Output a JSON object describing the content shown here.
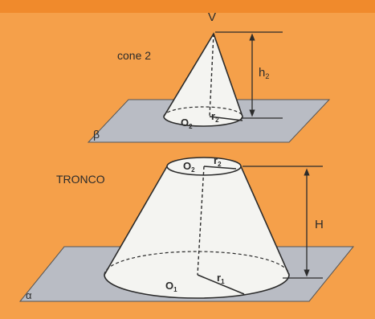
{
  "colors": {
    "background": "#f5a04a",
    "top_band": "#f08a2c",
    "plane_fill": "#b9bcc4",
    "solid_fill": "#f4f4f1",
    "ink": "#2b2b2b"
  },
  "labels": {
    "vertex": "V",
    "cone2": "cone 2",
    "height_small": "h",
    "height_small_sub": "2",
    "plane_beta": "β",
    "center_small": "O",
    "center_small_sub": "2",
    "radius_small": "r",
    "radius_small_sub": "2",
    "tronco": "TRONCO",
    "center_trunc_top": "O",
    "center_trunc_top_sub": "2",
    "radius_trunc_top": "r",
    "radius_trunc_top_sub": "2",
    "height_trunc": "H",
    "center_base": "O",
    "center_base_sub": "1",
    "radius_base": "r",
    "radius_base_sub": "1",
    "plane_alpha": "α"
  }
}
